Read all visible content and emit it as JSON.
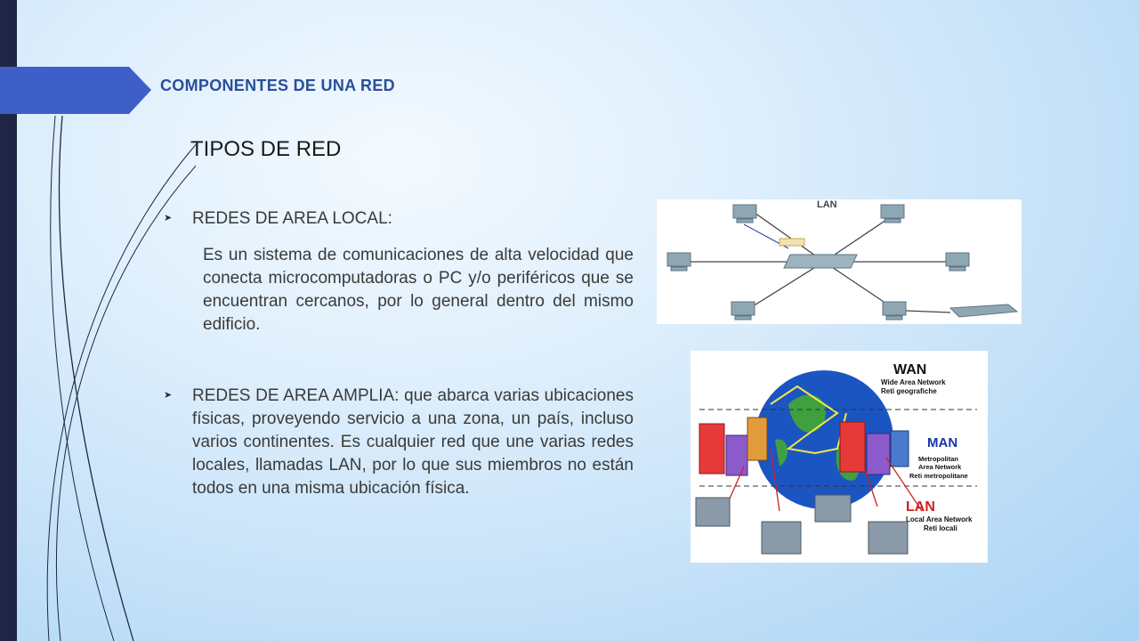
{
  "slide": {
    "title": "COMPONENTES DE UNA RED",
    "subtitle": "TIPOS DE RED",
    "bullet1_heading": "REDES DE AREA LOCAL:",
    "bullet1_text": "Es un sistema de comunicaciones de alta velocidad que conecta microcomputadoras o PC y/o periféricos que se encuentran cercanos, por lo general dentro del mismo edificio.",
    "bullet2_text": "REDES DE AREA AMPLIA: que abarca varias ubicaciones físicas, proveyendo servicio a una zona, un país, incluso varios continentes. Es cualquier red que une varias redes locales, llamadas LAN, por lo que sus miembros no están todos en una misma ubicación física.",
    "bullet_icon": "arrow-bullet-icon"
  },
  "lan_figure": {
    "label": "LAN"
  },
  "wan_figure": {
    "wan_label": "WAN",
    "wan_en": "Wide Area Network",
    "wan_it": "Reti geografiche",
    "man_label": "MAN",
    "man_en1": "Metropolitan",
    "man_en2": "Area Network",
    "man_it": "Reti metropolitane",
    "lan_label": "LAN",
    "lan_en": "Local Area Network",
    "lan_it": "Reti locali"
  },
  "colors": {
    "title": "#2a4f9a",
    "sidebar": "#1f2645",
    "accent_tab": "#3e5fc8"
  }
}
